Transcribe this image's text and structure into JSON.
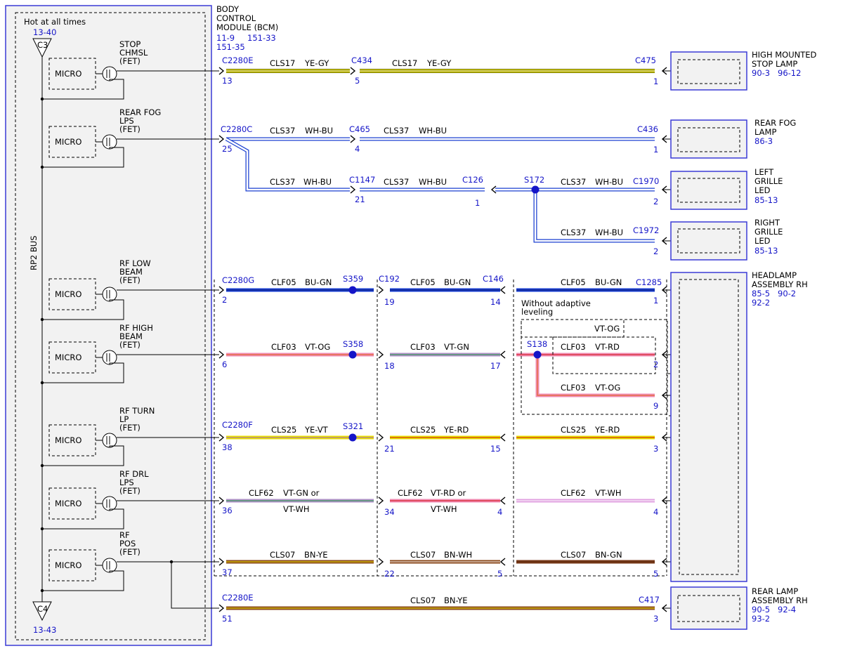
{
  "bcm": {
    "title": [
      "BODY",
      "CONTROL",
      "MODULE (BCM)"
    ],
    "refs": [
      "11-9",
      "151-33",
      "151-35"
    ],
    "hot_label": "Hot at all times",
    "hot_ref": "13-40",
    "top_connector": "C3",
    "bottom_connector": "C4",
    "bottom_ref": "13-43",
    "bus_label": "RP2 BUS",
    "micro_label": "MICRO"
  },
  "outputs": [
    {
      "lines": [
        "STOP",
        "CHMSL",
        "(FET)"
      ]
    },
    {
      "lines": [
        "REAR FOG",
        "LPS",
        "(FET)"
      ]
    },
    {
      "lines": [
        "RF LOW",
        "BEAM",
        "(FET)"
      ]
    },
    {
      "lines": [
        "RF HIGH",
        "BEAM",
        "(FET)"
      ]
    },
    {
      "lines": [
        "RF TURN",
        "LP",
        "(FET)"
      ]
    },
    {
      "lines": [
        "RF DRL",
        "LPS",
        "(FET)"
      ]
    },
    {
      "lines": [
        "RF",
        "POS",
        "(FET)"
      ]
    }
  ],
  "components": [
    {
      "lines": [
        "HIGH MOUNTED",
        "STOP LAMP"
      ],
      "refs": [
        "90-3",
        "96-12"
      ]
    },
    {
      "lines": [
        "REAR FOG",
        "LAMP"
      ],
      "refs": [
        "86-3"
      ]
    },
    {
      "lines": [
        "LEFT",
        "GRILLE",
        "LED"
      ],
      "refs": [
        "85-13"
      ]
    },
    {
      "lines": [
        "RIGHT",
        "GRILLE",
        "LED"
      ],
      "refs": [
        "85-13"
      ]
    },
    {
      "lines": [
        "HEADLAMP",
        "ASSEMBLY RH"
      ],
      "refs": [
        "85-5",
        "90-2",
        "92-2"
      ]
    },
    {
      "lines": [
        "REAR LAMP",
        "ASSEMBLY RH"
      ],
      "refs": [
        "90-5",
        "92-4",
        "93-2"
      ]
    }
  ],
  "connectors": {
    "C2280E": "C2280E",
    "C2280C": "C2280C",
    "C2280G": "C2280G",
    "C2280F": "C2280F",
    "C434": "C434",
    "C475": "C475",
    "C465": "C465",
    "C436": "C436",
    "C1147": "C1147",
    "C126": "C126",
    "C1970": "C1970",
    "C1972": "C1972",
    "C192": "C192",
    "C146": "C146",
    "C1285": "C1285",
    "C417": "C417"
  },
  "splices": {
    "S172": "S172",
    "S359": "S359",
    "S358": "S358",
    "S138": "S138",
    "S321": "S321"
  },
  "pins": {
    "p13": "13",
    "p5": "5",
    "p1": "1",
    "p25": "25",
    "p4": "4",
    "p21": "21",
    "p2": "2",
    "p19": "19",
    "p14": "14",
    "p6": "6",
    "p18": "18",
    "p17": "17",
    "p9": "9",
    "p38": "38",
    "p15": "15",
    "p3": "3",
    "p36": "36",
    "p34": "34",
    "p37": "37",
    "p22": "22",
    "p51": "51"
  },
  "circuits": {
    "CLS17": "CLS17",
    "CLS37": "CLS37",
    "CLF05": "CLF05",
    "CLF03": "CLF03",
    "CLS25": "CLS25",
    "CLF62": "CLF62",
    "CLS07": "CLS07"
  },
  "wire_colors": {
    "YE-GY": "YE-GY",
    "WH-BU": "WH-BU",
    "BU-GN": "BU-GN",
    "VT-OG": "VT-OG",
    "VT-GN": "VT-GN",
    "VT-RD": "VT-RD",
    "YE-VT": "YE-VT",
    "YE-RD": "YE-RD",
    "VT-GN or": "VT-GN or",
    "VT-WH": "VT-WH",
    "VT-RD or": "VT-RD or",
    "BN-YE": "BN-YE",
    "BN-WH": "BN-WH",
    "BN-GN": "BN-GN"
  },
  "notes": {
    "adaptive": [
      "Without adaptive",
      "leveling"
    ]
  },
  "palette": {
    "frame_blue": "#3b3bd6",
    "label_blue": "#1515c8",
    "yellow": "#e8e000",
    "gray": "#9a9a9a",
    "wire_blue": "#1a3fd0",
    "pink": "#f08cb4",
    "violet": "#a070c0",
    "brown": "#8b4a1c",
    "orange": "#e8a020",
    "white_wire": "#ffffff"
  }
}
